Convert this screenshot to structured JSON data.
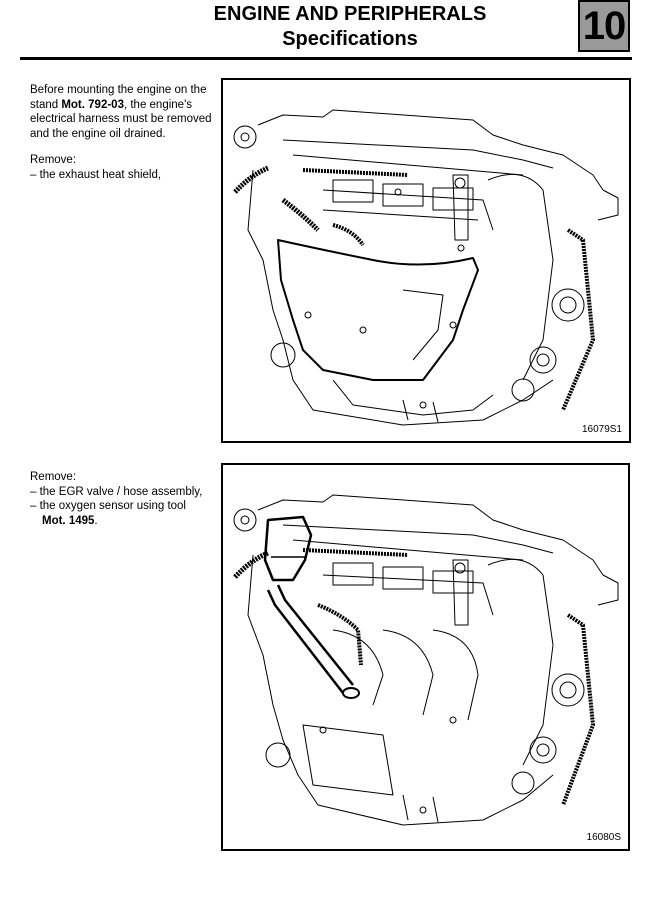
{
  "header": {
    "title": "ENGINE AND PERIPHERALS",
    "subtitle": "Specifications",
    "section_number": "10"
  },
  "blocks": [
    {
      "intro_pre": "Before mounting the engine on the stand ",
      "intro_tool": "Mot. 792-03",
      "intro_post": ", the engine's electrical harness must be removed and the engine oil drained.",
      "remove_label": "Remove:",
      "items": [
        "– the exhaust heat shield,"
      ]
    },
    {
      "remove_label": "Remove:",
      "items": [
        "– the EGR valve / hose assembly,",
        "– the oxygen sensor using tool"
      ],
      "item_tool": "Mot. 1495",
      "item_tool_suffix": "."
    }
  ],
  "figures": [
    {
      "ref": "16079S1",
      "subject": "engine with exhaust heat shield"
    },
    {
      "ref": "16080S",
      "subject": "engine with EGR valve and hose assembly"
    }
  ]
}
